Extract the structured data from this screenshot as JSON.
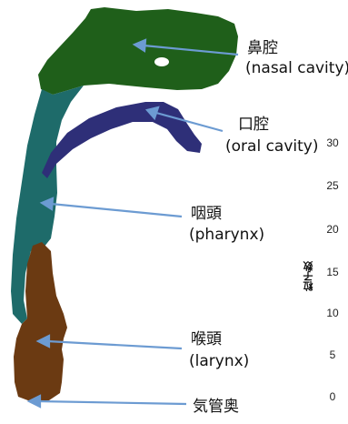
{
  "labels": {
    "nasal": {
      "jp": "鼻腔",
      "en": "(nasal cavity)"
    },
    "oral": {
      "jp": "口腔",
      "en": "(oral cavity)"
    },
    "pharynx": {
      "jp": "咽頭",
      "en": "(pharynx)"
    },
    "larynx": {
      "jp": "喉頭",
      "en": "(larynx)"
    },
    "trachea": {
      "jp": "気管奥"
    }
  },
  "scale": {
    "title": "粒子数",
    "ticks": [
      "30",
      "25",
      "20",
      "15",
      "10",
      "5",
      "0"
    ]
  },
  "colors": {
    "nasal": "#1f5f1a",
    "pharynx": "#1e6b6a",
    "oral": "#2e2f78",
    "larynx": "#6b3a12",
    "arrow": "#6c9bd2"
  }
}
